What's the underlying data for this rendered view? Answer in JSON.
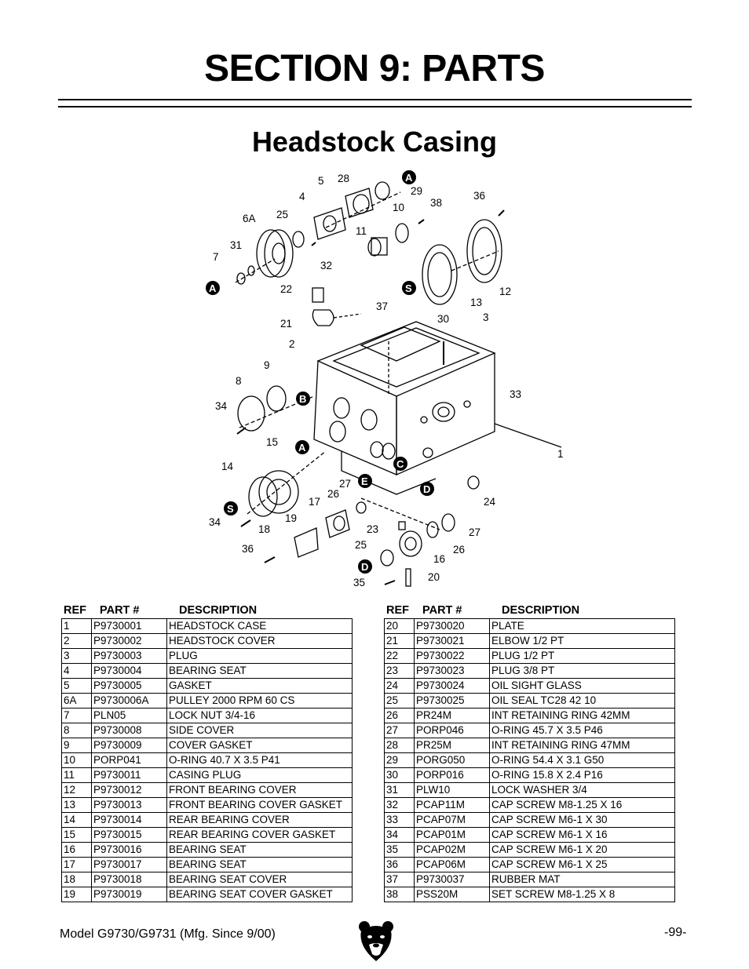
{
  "header": {
    "section_title": "SECTION 9: PARTS",
    "subtitle": "Headstock Casing"
  },
  "diagram": {
    "callouts": [
      "1",
      "2",
      "3",
      "5",
      "4",
      "6A",
      "7",
      "8",
      "9",
      "10",
      "11",
      "12",
      "13",
      "14",
      "15",
      "16",
      "17",
      "18",
      "19",
      "20",
      "21",
      "22",
      "23",
      "24",
      "25",
      "25",
      "26",
      "26",
      "27",
      "27",
      "28",
      "29",
      "30",
      "31",
      "32",
      "33",
      "34",
      "34",
      "35",
      "36",
      "36",
      "37",
      "38"
    ],
    "markers": [
      "A",
      "A",
      "A",
      "S",
      "S",
      "B",
      "C",
      "D",
      "D",
      "E"
    ]
  },
  "parts": {
    "headers": {
      "ref": "REF",
      "part": "PART #",
      "desc": "DESCRIPTION"
    },
    "left": [
      {
        "ref": "1",
        "part": "P9730001",
        "desc": "HEADSTOCK CASE"
      },
      {
        "ref": "2",
        "part": "P9730002",
        "desc": "HEADSTOCK COVER"
      },
      {
        "ref": "3",
        "part": "P9730003",
        "desc": "PLUG"
      },
      {
        "ref": "4",
        "part": "P9730004",
        "desc": "BEARING SEAT"
      },
      {
        "ref": "5",
        "part": "P9730005",
        "desc": "GASKET"
      },
      {
        "ref": "6A",
        "part": "P9730006A",
        "desc": "PULLEY 2000 RPM 60 CS"
      },
      {
        "ref": "7",
        "part": "PLN05",
        "desc": "LOCK NUT 3/4-16"
      },
      {
        "ref": "8",
        "part": "P9730008",
        "desc": "SIDE COVER"
      },
      {
        "ref": "9",
        "part": "P9730009",
        "desc": "COVER GASKET"
      },
      {
        "ref": "10",
        "part": "PORP041",
        "desc": "O-RING 40.7 X 3.5 P41"
      },
      {
        "ref": "11",
        "part": "P9730011",
        "desc": "CASING PLUG"
      },
      {
        "ref": "12",
        "part": "P9730012",
        "desc": "FRONT BEARING COVER"
      },
      {
        "ref": "13",
        "part": "P9730013",
        "desc": "FRONT BEARING COVER GASKET"
      },
      {
        "ref": "14",
        "part": "P9730014",
        "desc": "REAR BEARING COVER"
      },
      {
        "ref": "15",
        "part": "P9730015",
        "desc": "REAR BEARING COVER GASKET"
      },
      {
        "ref": "16",
        "part": "P9730016",
        "desc": "BEARING SEAT"
      },
      {
        "ref": "17",
        "part": "P9730017",
        "desc": "BEARING SEAT"
      },
      {
        "ref": "18",
        "part": "P9730018",
        "desc": "BEARING SEAT COVER"
      },
      {
        "ref": "19",
        "part": "P9730019",
        "desc": "BEARING SEAT COVER GASKET"
      }
    ],
    "right": [
      {
        "ref": "20",
        "part": "P9730020",
        "desc": "PLATE"
      },
      {
        "ref": "21",
        "part": "P9730021",
        "desc": "ELBOW 1/2 PT"
      },
      {
        "ref": "22",
        "part": "P9730022",
        "desc": "PLUG 1/2 PT"
      },
      {
        "ref": "23",
        "part": "P9730023",
        "desc": "PLUG 3/8 PT"
      },
      {
        "ref": "24",
        "part": "P9730024",
        "desc": "OIL SIGHT GLASS"
      },
      {
        "ref": "25",
        "part": "P9730025",
        "desc": "OIL SEAL TC28 42 10"
      },
      {
        "ref": "26",
        "part": "PR24M",
        "desc": "INT RETAINING RING 42MM"
      },
      {
        "ref": "27",
        "part": "PORP046",
        "desc": "O-RING 45.7 X 3.5 P46"
      },
      {
        "ref": "28",
        "part": "PR25M",
        "desc": "INT RETAINING RING 47MM"
      },
      {
        "ref": "29",
        "part": "PORG050",
        "desc": "O-RING 54.4 X 3.1 G50"
      },
      {
        "ref": "30",
        "part": "PORP016",
        "desc": "O-RING 15.8 X 2.4 P16"
      },
      {
        "ref": "31",
        "part": "PLW10",
        "desc": "LOCK WASHER 3/4"
      },
      {
        "ref": "32",
        "part": "PCAP11M",
        "desc": "CAP SCREW M8-1.25 X 16"
      },
      {
        "ref": "33",
        "part": "PCAP07M",
        "desc": "CAP SCREW M6-1 X 30"
      },
      {
        "ref": "34",
        "part": "PCAP01M",
        "desc": "CAP SCREW M6-1 X 16"
      },
      {
        "ref": "35",
        "part": "PCAP02M",
        "desc": "CAP SCREW M6-1 X 20"
      },
      {
        "ref": "36",
        "part": "PCAP06M",
        "desc": "CAP SCREW M6-1 X 25"
      },
      {
        "ref": "37",
        "part": "P9730037",
        "desc": "RUBBER MAT"
      },
      {
        "ref": "38",
        "part": "PSS20M",
        "desc": "SET SCREW M8-1.25 X 8"
      }
    ]
  },
  "footer": {
    "model": "Model G9730/G9731 (Mfg. Since 9/00)",
    "page": "-99-",
    "logo_icon": "bear-logo-icon"
  }
}
